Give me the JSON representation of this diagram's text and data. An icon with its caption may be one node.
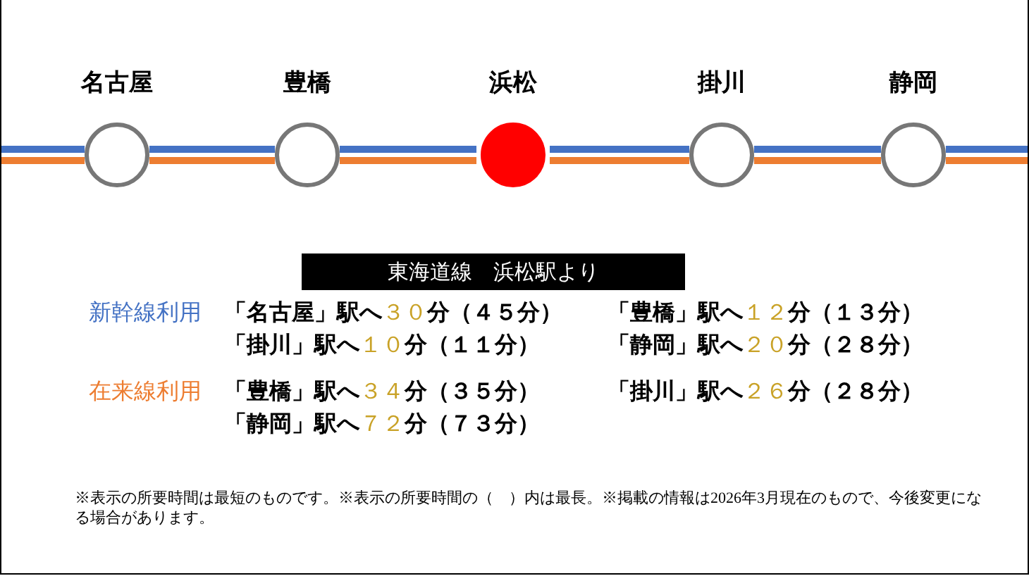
{
  "diagram": {
    "nodes": [
      {
        "text": [
          "名古屋"
        ]
      },
      {
        "text": [
          "豊橋"
        ]
      },
      {
        "text": [
          "浜松"
        ]
      },
      {
        "text": [
          "掛川"
        ]
      },
      {
        "text": [
          "静岡"
        ]
      },
      {
        "text": [
          "東海道線　浜松駅より"
        ]
      }
    ],
    "edges": [
      {
        "from": null,
        "to": 0,
        "arrow": "none",
        "color": "#4472c4"
      },
      {
        "from": 0,
        "to": 1,
        "arrow": "none",
        "color": "#4472c4"
      },
      {
        "from": 1,
        "to": 2,
        "arrow": "none",
        "color": "#4472c4"
      },
      {
        "from": 2,
        "to": 3,
        "arrow": "none",
        "color": "#4472c4"
      },
      {
        "from": 3,
        "to": 4,
        "arrow": "none",
        "color": "#4472c4"
      },
      {
        "from": 4,
        "to": null,
        "arrow": "none",
        "color": "#4472c4"
      },
      {
        "from": null,
        "to": 0,
        "arrow": "none",
        "color": "#ed7d31"
      },
      {
        "from": 0,
        "to": 1,
        "arrow": "none",
        "color": "#ed7d31"
      },
      {
        "from": 1,
        "to": 2,
        "arrow": "none",
        "color": "#ed7d31"
      },
      {
        "from": 2,
        "to": 3,
        "arrow": "none",
        "color": "#ed7d31"
      },
      {
        "from": 3,
        "to": 4,
        "arrow": "none",
        "color": "#ed7d31"
      },
      {
        "from": 4,
        "to": null,
        "arrow": "none",
        "color": "#ed7d31"
      }
    ],
    "labels": [
      "新幹線利用",
      "「名古屋」駅へ３０分（４５分）",
      "「豊橋」駅へ１２分（１３分）",
      "「掛川」駅へ１０分（１１分）",
      "「静岡」駅へ２０分（２８分）",
      "在来線利用",
      "「豊橋」駅へ３４分（３５分）",
      "「掛川」駅へ２６分（２８分）",
      "「静岡」駅へ７２分（７３分）",
      "※表示の所要時間は最短のものです。※表示の所要時間の（　）内は最長。※掲載の情報は2026年3月現在のもので、今後変更になる場合があります。"
    ]
  }
}
